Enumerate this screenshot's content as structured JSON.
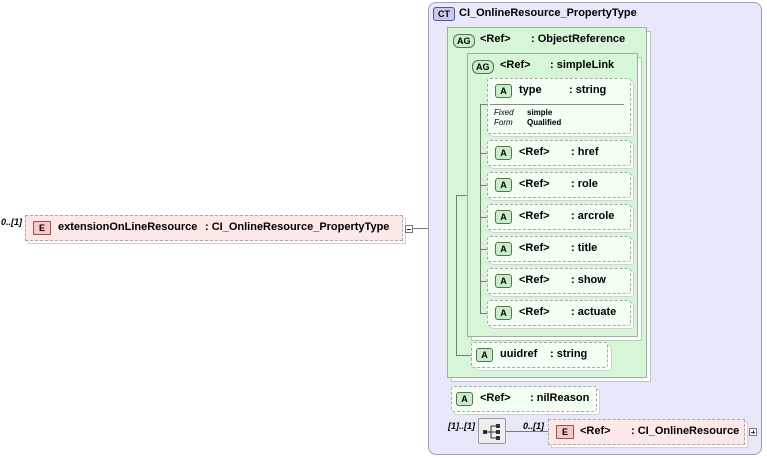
{
  "root_element": {
    "badge": "E",
    "cardinality": "0..[1]",
    "name": "extensionOnLineResource",
    "type": ": CI_OnlineResource_PropertyType"
  },
  "complex_type": {
    "badge": "CT",
    "name": "CI_OnlineResource_PropertyType"
  },
  "object_reference": {
    "badge": "AG",
    "ref": "<Ref>",
    "name": ": ObjectReference"
  },
  "simple_link": {
    "badge": "AG",
    "ref": "<Ref>",
    "name": ": simpleLink"
  },
  "type_attr": {
    "badge": "A",
    "name": "type",
    "type": ": string",
    "fixed_label": "Fixed",
    "fixed_value": "simple",
    "form_label": "Form",
    "form_value": "Qualified"
  },
  "link_attrs": [
    {
      "badge": "A",
      "ref": "<Ref>",
      "name": ": href"
    },
    {
      "badge": "A",
      "ref": "<Ref>",
      "name": ": role"
    },
    {
      "badge": "A",
      "ref": "<Ref>",
      "name": ": arcrole"
    },
    {
      "badge": "A",
      "ref": "<Ref>",
      "name": ": title"
    },
    {
      "badge": "A",
      "ref": "<Ref>",
      "name": ": show"
    },
    {
      "badge": "A",
      "ref": "<Ref>",
      "name": ": actuate"
    }
  ],
  "uuidref": {
    "badge": "A",
    "name": "uuidref",
    "type": ": string"
  },
  "nil_reason": {
    "badge": "A",
    "ref": "<Ref>",
    "name": ": nilReason"
  },
  "sequence": {
    "cardinality": "[1]..[1]"
  },
  "online_resource": {
    "badge": "E",
    "cardinality": "0..[1]",
    "ref": "<Ref>",
    "name": ": CI_OnlineResource"
  }
}
